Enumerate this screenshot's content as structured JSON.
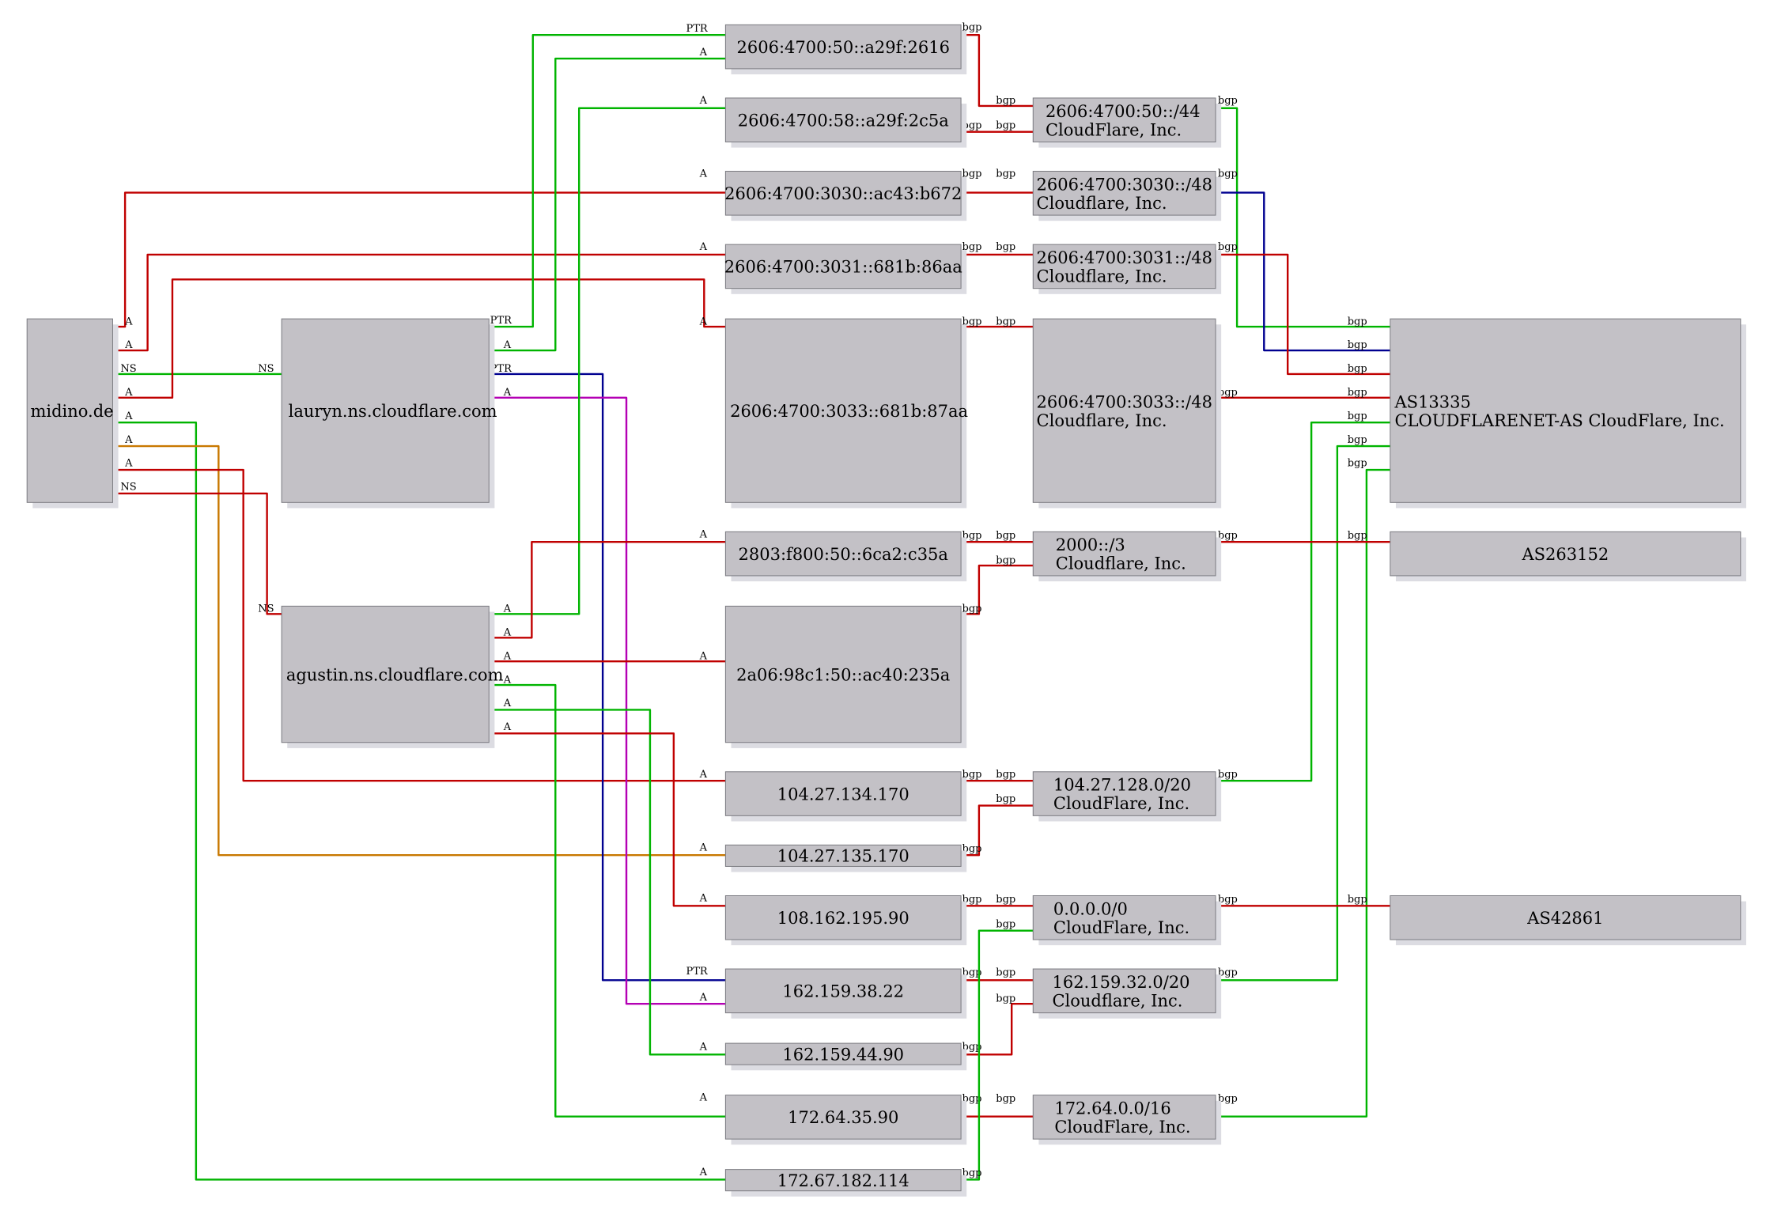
{
  "colors": {
    "red": "#c00000",
    "green": "#00b400",
    "blue": "#000090",
    "magenta": "#b400b4",
    "orange": "#c87800",
    "node_fill": "#c3c1c6",
    "node_border": "#7a7a80"
  },
  "nodes": {
    "midino": "midino.de",
    "lauryn": "lauryn.ns.cloudflare.com",
    "agustin": "agustin.ns.cloudflare.com",
    "ip_2616": "2606:4700:50::a29f:2616",
    "ip_2c5a": "2606:4700:58::a29f:2c5a",
    "ip_b672": "2606:4700:3030::ac43:b672",
    "ip_86aa": "2606:4700:3031::681b:86aa",
    "ip_87aa": "2606:4700:3033::681b:87aa",
    "ip_c35a": "2803:f800:50::6ca2:c35a",
    "ip_235a": "2a06:98c1:50::ac40:235a",
    "ip_134": "104.27.134.170",
    "ip_135": "104.27.135.170",
    "ip_108": "108.162.195.90",
    "ip_3822": "162.159.38.22",
    "ip_4490": "162.159.44.90",
    "ip_172_64": "172.64.35.90",
    "ip_172_67": "172.67.182.114",
    "pfx_50": [
      "2606:4700:50::/44",
      "CloudFlare, Inc."
    ],
    "pfx_3030": [
      "2606:4700:3030::/48",
      "Cloudflare, Inc."
    ],
    "pfx_3031": [
      "2606:4700:3031::/48",
      "Cloudflare, Inc."
    ],
    "pfx_3033": [
      "2606:4700:3033::/48",
      "Cloudflare, Inc."
    ],
    "pfx_2000": [
      "2000::/3",
      "Cloudflare, Inc."
    ],
    "pfx_104": [
      "104.27.128.0/20",
      "CloudFlare, Inc."
    ],
    "pfx_0000": [
      "0.0.0.0/0",
      "CloudFlare, Inc."
    ],
    "pfx_162": [
      "162.159.32.0/20",
      "Cloudflare, Inc."
    ],
    "pfx_172": [
      "172.64.0.0/16",
      "CloudFlare, Inc."
    ],
    "as13335": [
      "AS13335",
      "CLOUDFLARENET-AS CloudFlare, Inc."
    ],
    "as263152": "AS263152",
    "as42861": "AS42861"
  },
  "edges": [
    {
      "from": "midino",
      "to": "ip_b672",
      "label": "A",
      "color": "red"
    },
    {
      "from": "midino",
      "to": "ip_86aa",
      "label": "A",
      "color": "red"
    },
    {
      "from": "midino",
      "to": "lauryn",
      "label": "NS",
      "color": "green"
    },
    {
      "from": "midino",
      "to": "ip_87aa",
      "label": "A",
      "color": "red"
    },
    {
      "from": "midino",
      "to": "ip_172_67",
      "label": "A",
      "color": "green"
    },
    {
      "from": "midino",
      "to": "ip_135",
      "label": "A",
      "color": "orange"
    },
    {
      "from": "midino",
      "to": "ip_134",
      "label": "A",
      "color": "red"
    },
    {
      "from": "midino",
      "to": "agustin",
      "label": "NS",
      "color": "red"
    },
    {
      "from": "lauryn",
      "to": "ip_2616",
      "label": "PTR",
      "color": "green"
    },
    {
      "from": "lauryn",
      "to": "ip_2616",
      "label": "A",
      "color": "green"
    },
    {
      "from": "lauryn",
      "to": "ip_3822",
      "label": "PTR",
      "color": "blue"
    },
    {
      "from": "lauryn",
      "to": "ip_3822",
      "label": "A",
      "color": "magenta"
    },
    {
      "from": "agustin",
      "to": "ip_2c5a",
      "label": "A",
      "color": "green"
    },
    {
      "from": "agustin",
      "to": "ip_c35a",
      "label": "A",
      "color": "red"
    },
    {
      "from": "agustin",
      "to": "ip_235a",
      "label": "A",
      "color": "red"
    },
    {
      "from": "agustin",
      "to": "ip_172_64",
      "label": "A",
      "color": "green"
    },
    {
      "from": "agustin",
      "to": "ip_4490",
      "label": "A",
      "color": "green"
    },
    {
      "from": "agustin",
      "to": "ip_108",
      "label": "A",
      "color": "red"
    },
    {
      "from": "ip_2616",
      "to": "pfx_50",
      "label": "bgp",
      "color": "red"
    },
    {
      "from": "ip_2c5a",
      "to": "pfx_50",
      "label": "bgp",
      "color": "red"
    },
    {
      "from": "ip_b672",
      "to": "pfx_3030",
      "label": "bgp",
      "color": "red"
    },
    {
      "from": "ip_86aa",
      "to": "pfx_3031",
      "label": "bgp",
      "color": "red"
    },
    {
      "from": "ip_87aa",
      "to": "pfx_3033",
      "label": "bgp",
      "color": "red"
    },
    {
      "from": "ip_c35a",
      "to": "pfx_2000",
      "label": "bgp",
      "color": "red"
    },
    {
      "from": "ip_235a",
      "to": "pfx_2000",
      "label": "bgp",
      "color": "red"
    },
    {
      "from": "ip_134",
      "to": "pfx_104",
      "label": "bgp",
      "color": "red"
    },
    {
      "from": "ip_135",
      "to": "pfx_104",
      "label": "bgp",
      "color": "red"
    },
    {
      "from": "ip_108",
      "to": "pfx_0000",
      "label": "bgp",
      "color": "red"
    },
    {
      "from": "ip_3822",
      "to": "pfx_162",
      "label": "bgp",
      "color": "red"
    },
    {
      "from": "ip_4490",
      "to": "pfx_162",
      "label": "bgp",
      "color": "red"
    },
    {
      "from": "ip_172_64",
      "to": "pfx_172",
      "label": "bgp",
      "color": "red"
    },
    {
      "from": "ip_172_67",
      "to": "pfx_0000",
      "label": "bgp",
      "color": "green"
    },
    {
      "from": "pfx_50",
      "to": "as13335",
      "label": "bgp",
      "color": "green"
    },
    {
      "from": "pfx_3030",
      "to": "as13335",
      "label": "bgp",
      "color": "blue"
    },
    {
      "from": "pfx_3031",
      "to": "as13335",
      "label": "bgp",
      "color": "red"
    },
    {
      "from": "pfx_3033",
      "to": "as13335",
      "label": "bgp",
      "color": "red"
    },
    {
      "from": "pfx_104",
      "to": "as13335",
      "label": "bgp",
      "color": "green"
    },
    {
      "from": "pfx_162",
      "to": "as13335",
      "label": "bgp",
      "color": "green"
    },
    {
      "from": "pfx_172",
      "to": "as13335",
      "label": "bgp",
      "color": "green"
    },
    {
      "from": "pfx_2000",
      "to": "as263152",
      "label": "bgp",
      "color": "red"
    },
    {
      "from": "pfx_0000",
      "to": "as42861",
      "label": "bgp",
      "color": "red"
    }
  ]
}
